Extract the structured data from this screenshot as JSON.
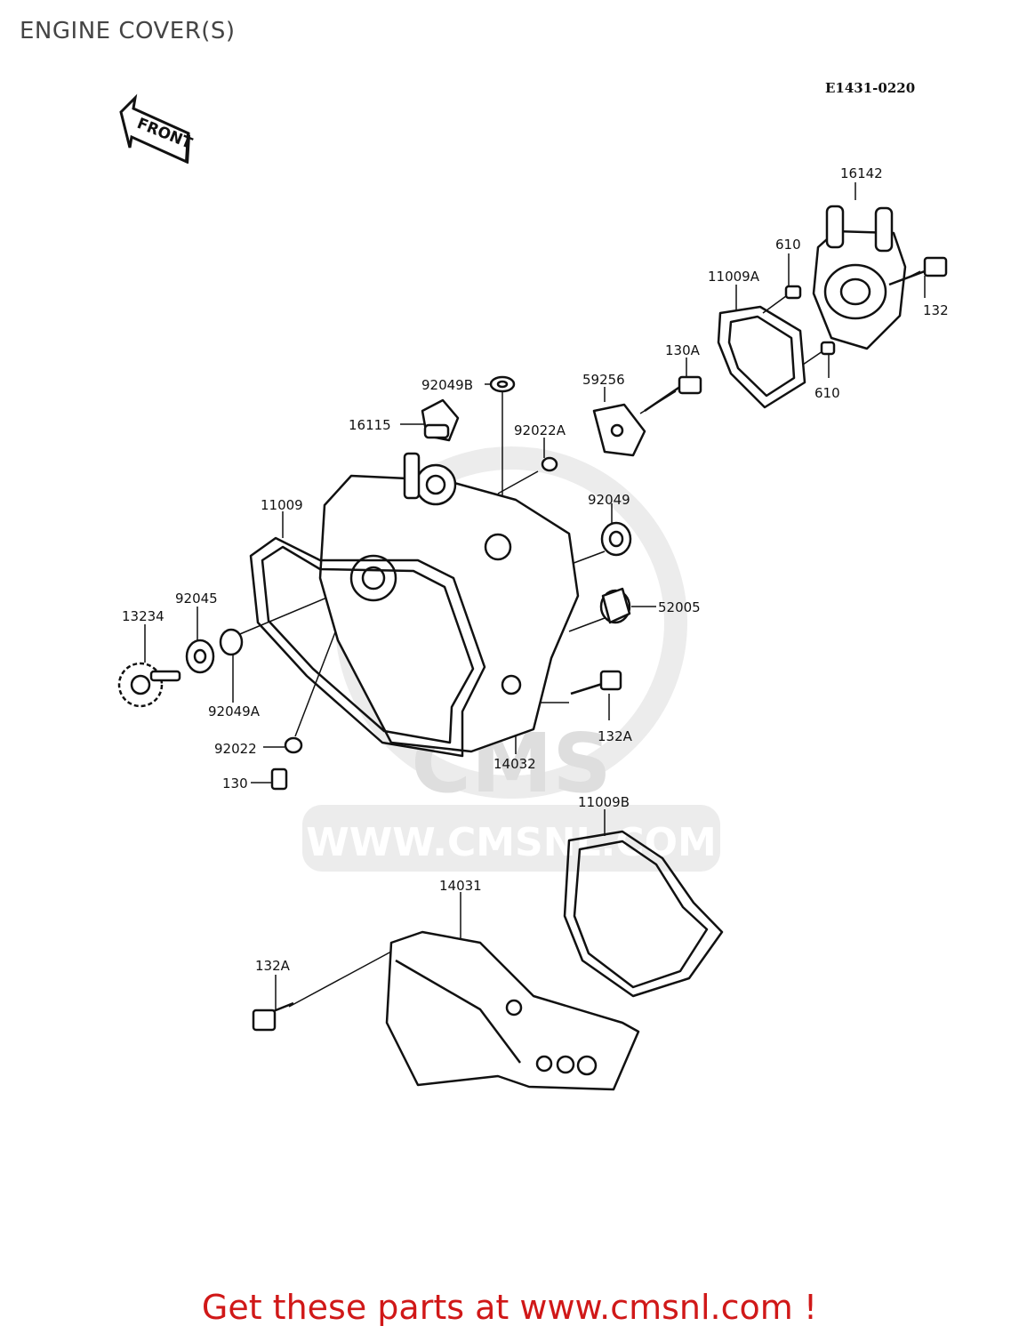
{
  "header": {
    "title": "ENGINE COVER(S)",
    "diagram_code": "E1431-0220"
  },
  "front_arrow": {
    "label": "FRONT"
  },
  "watermark": {
    "brand": "CMS",
    "url": "WWW.CMSNL.COM"
  },
  "parts": [
    {
      "id": "16142"
    },
    {
      "id": "610"
    },
    {
      "id": "11009A"
    },
    {
      "id": "132"
    },
    {
      "id": "610"
    },
    {
      "id": "130A"
    },
    {
      "id": "59256"
    },
    {
      "id": "92049B"
    },
    {
      "id": "16115"
    },
    {
      "id": "92022A"
    },
    {
      "id": "92049"
    },
    {
      "id": "11009"
    },
    {
      "id": "52005"
    },
    {
      "id": "92045"
    },
    {
      "id": "13234"
    },
    {
      "id": "92049A"
    },
    {
      "id": "132A"
    },
    {
      "id": "92022"
    },
    {
      "id": "14032"
    },
    {
      "id": "130"
    },
    {
      "id": "11009B"
    },
    {
      "id": "14031"
    },
    {
      "id": "132A"
    }
  ],
  "footer": {
    "cta": "Get these parts at www.cmsnl.com !"
  }
}
